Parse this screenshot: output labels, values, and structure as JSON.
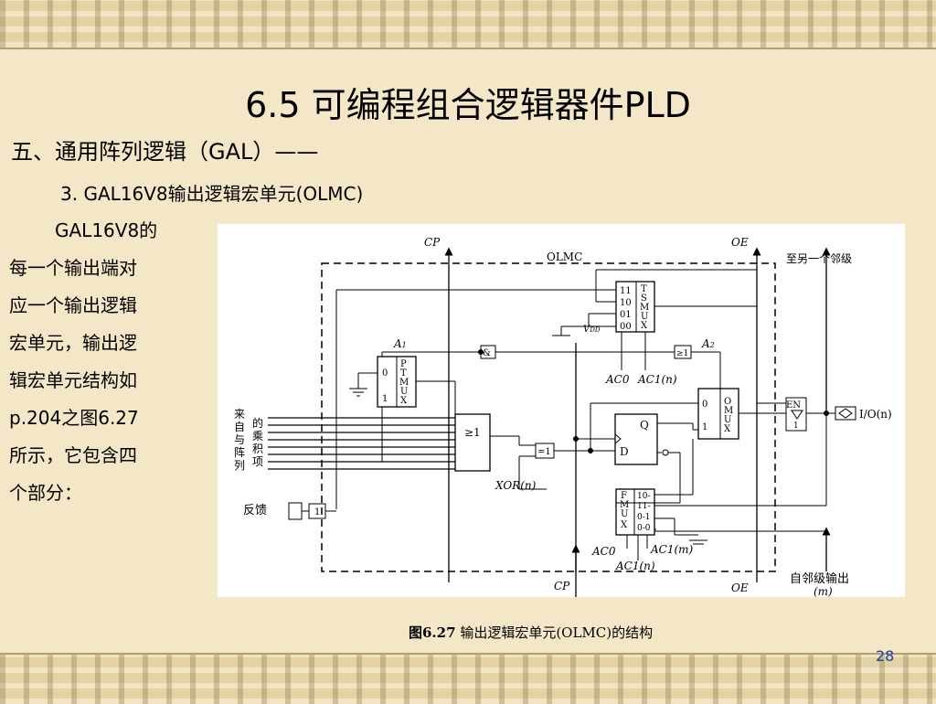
{
  "slide": {
    "title": "6.5  可编程组合逻辑器件PLD",
    "heading": "五、通用阵列逻辑（GAL）——",
    "subheading": "3. GAL16V8输出逻辑宏单元(OLMC)",
    "paragraph_lines": [
      "GAL16V8的",
      "每一个输出端对",
      "应一个输出逻辑",
      "宏单元，输出逻",
      "辑宏单元结构如",
      "p.204之图6.27",
      "所示，它包含四",
      "个部分："
    ],
    "caption_label": "图6.27",
    "caption_text": " 输出逻辑宏单元(OLMC)的结构",
    "page_number": "28"
  },
  "diagram": {
    "labels": {
      "cp_top": "CP",
      "oe_top": "OE",
      "olmc": "OLMC",
      "next_stage": "至另一个邻级",
      "a1": "A",
      "a1_sub": "1",
      "a2": "A",
      "a2_sub": "2",
      "tsmux_in": [
        "11",
        "10",
        "01",
        "00"
      ],
      "tsmux": [
        "T",
        "S",
        "M",
        "U",
        "X"
      ],
      "vdd": "V",
      "vdd_sub": "DD",
      "ac0": "AC0",
      "ac1n": "AC1(n)",
      "ptmux_in": [
        "0",
        "1"
      ],
      "ptmux": [
        "P",
        "T",
        "M",
        "U",
        "X"
      ],
      "omux_in": [
        "0",
        "1"
      ],
      "omux": [
        "O",
        "M",
        "U",
        "X"
      ],
      "product_terms_a": [
        "来",
        "自",
        "与",
        "阵",
        "列"
      ],
      "product_terms_b": [
        "的",
        "乘",
        "积",
        "项"
      ],
      "or_gate": "≥1",
      "and_gate": "&",
      "xor_gate": "=1",
      "feedback_gate": "1",
      "a2_gate": "≥1",
      "ff_q": "Q",
      "ff_d": "D",
      "xor_label": "XOR(n)",
      "en": "EN",
      "en_buf": "1",
      "io": "I/O(n)",
      "feedback": "反馈",
      "fmux": [
        "F",
        "M",
        "U",
        "X"
      ],
      "fmux_in": [
        "10-",
        "11-",
        "0-1",
        "0-0"
      ],
      "ac0_b": "AC0",
      "ac1m": "AC1(m)",
      "ac1n_b": "AC1(n)",
      "cp_bottom": "CP",
      "oe_bottom": "OE",
      "neighbor_out": "自邻级输出",
      "neighbor_out_m": "(m)"
    }
  }
}
